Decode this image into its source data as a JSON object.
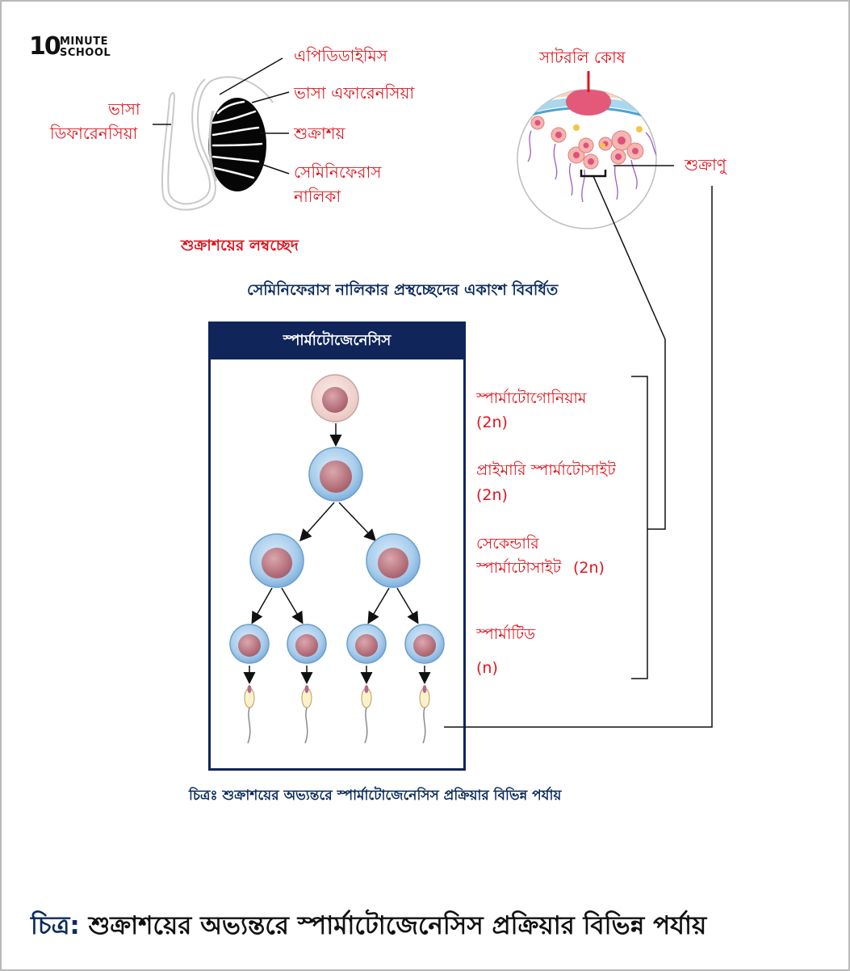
{
  "brand": {
    "number": "10",
    "word1": "MINUTE",
    "word2": "SCHOOL"
  },
  "testis": {
    "labels": {
      "epididymis": "এপিডিডাইমিস",
      "vas_efferentia": "ভাসা এফারেনসিয়া",
      "testis": "শুক্রাশয়",
      "seminiferous_1": "সেমিনিফেরাস",
      "seminiferous_2": "নালিকা",
      "vas_deferens_1": "ভাসা",
      "vas_deferens_2": "ডিফারেনসিয়া"
    },
    "caption": "শুক্রাশয়ের লম্বচ্ছেদ"
  },
  "tubule": {
    "sertoli_label": "সাটরলি কোষ",
    "sperm_label": "শুক্রাণু",
    "caption": "সেমিনিফেরাস নালিকার প্রস্থচ্ছেদের একাংশ বিবর্ধিত"
  },
  "panel": {
    "title": "স্পার্মাটোজেনেসিস"
  },
  "stages": [
    {
      "name": "স্পার্মাটোগোনিয়াম",
      "ploidy": "(2n)"
    },
    {
      "name": "প্রাইমারি স্পার্মাটোসাইট",
      "ploidy": "(2n)"
    },
    {
      "name_line1": "সেকেন্ডারি",
      "name_line2": "স্পার্মাটোসাইট",
      "ploidy": "(2n)"
    },
    {
      "name": "স্পার্মাটিড",
      "ploidy": "(n)"
    }
  ],
  "figure_caption": "চিত্রঃ শুক্রাশয়ের অভ্যন্তরে স্পার্মাটোজেনেসিস প্রক্রিয়ার বিভিন্ন পর্যায়",
  "bottom_title": {
    "prefix": "চিত্র:",
    "text": " শুক্রাশয়ের অভ্যন্তরে স্পার্মাটোজেনেসিস প্রক্রিয়ার বিভিন্ন পর্যায়"
  },
  "colors": {
    "label_red": "#e0141d",
    "navy": "#10255a",
    "cell_blue": "#a9cdeb",
    "nucleus": "#c98a94",
    "sertoli_pink": "#e4587a"
  }
}
